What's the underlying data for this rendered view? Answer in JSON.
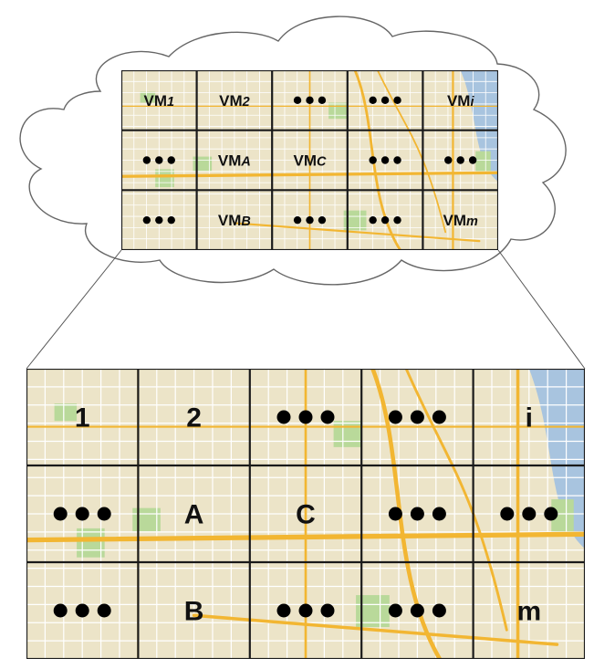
{
  "top_grid": {
    "rows": 3,
    "cols": 5,
    "cells": [
      [
        "VM1",
        "VM2",
        "•••",
        "•••",
        "VMi"
      ],
      [
        "•••",
        "VMA",
        "VMC",
        "•••",
        "•••"
      ],
      [
        "•••",
        "VMB",
        "•••",
        "•••",
        "VMm"
      ]
    ]
  },
  "bottom_grid": {
    "rows": 3,
    "cols": 5,
    "cells": [
      [
        "1",
        "2",
        "•••",
        "•••",
        "i"
      ],
      [
        "•••",
        "A",
        "C",
        "•••",
        "•••"
      ],
      [
        "•••",
        "B",
        "•••",
        "•••",
        "m"
      ]
    ]
  },
  "colors": {
    "map_land": "#ece4c8",
    "map_street": "#ffffff",
    "map_major": "#f2b632",
    "map_park": "#b9d99a",
    "map_water": "#a8c4df",
    "grid_line": "#1a1a1a",
    "cloud_stroke": "#666666"
  },
  "icons": [
    "cloud-outline",
    "magnifier-lines",
    "ellipsis-dots"
  ]
}
